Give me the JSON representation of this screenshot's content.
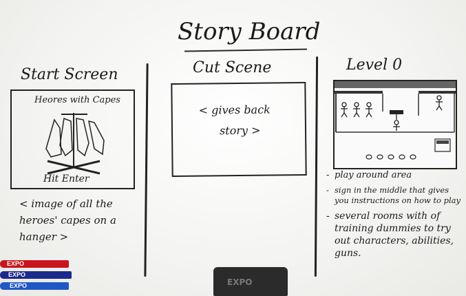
{
  "board_title": "Story Board",
  "columns": {
    "start": {
      "heading": "Start Screen",
      "frame_label": "Heores with Capes",
      "frame_footer": "Hit Enter",
      "caption": "< image of all the heroes' capes on a hanger >"
    },
    "cutscene": {
      "heading": "Cut Scene",
      "frame_text_line1": "< gives back",
      "frame_text_line2": "story >"
    },
    "level": {
      "heading": "Level 0",
      "bullets": [
        "play around area",
        "sign in the middle that gives you instructions on how to play",
        "several rooms with of training dummies to try out characters, abilities, guns."
      ]
    }
  },
  "markers": [
    {
      "brand": "EXPO",
      "color": "#c8161d"
    },
    {
      "brand": "EXPO",
      "color": "#1b2a8c"
    },
    {
      "brand": "EXPO",
      "color": "#1f57c4"
    }
  ],
  "eraser": {
    "brand": "EXPO"
  }
}
